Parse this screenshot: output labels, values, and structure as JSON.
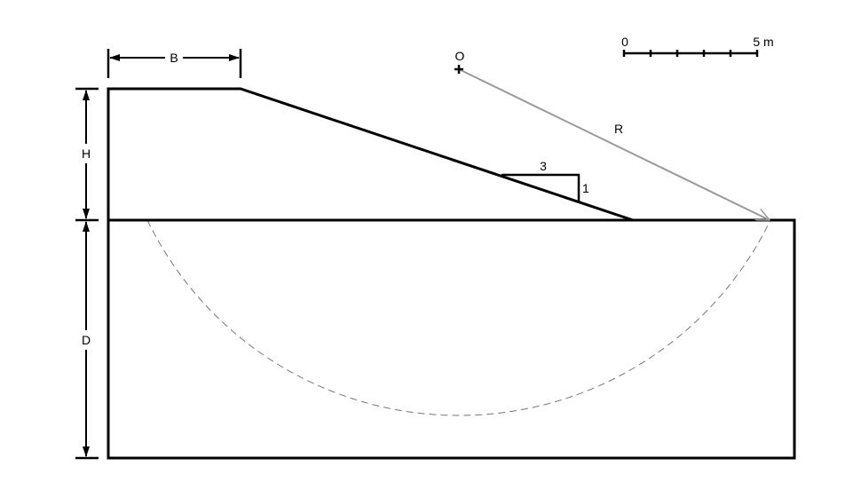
{
  "labels": {
    "B": "B",
    "H": "H",
    "D": "D",
    "O": "O",
    "R": "R",
    "slope_run": "3",
    "slope_rise": "1"
  },
  "scale_bar": {
    "start_label": "0",
    "end_label": "5 m",
    "divisions": 5
  },
  "colors": {
    "geometry": "#000000",
    "radius": "#999999",
    "slip_circle": "#777777"
  }
}
